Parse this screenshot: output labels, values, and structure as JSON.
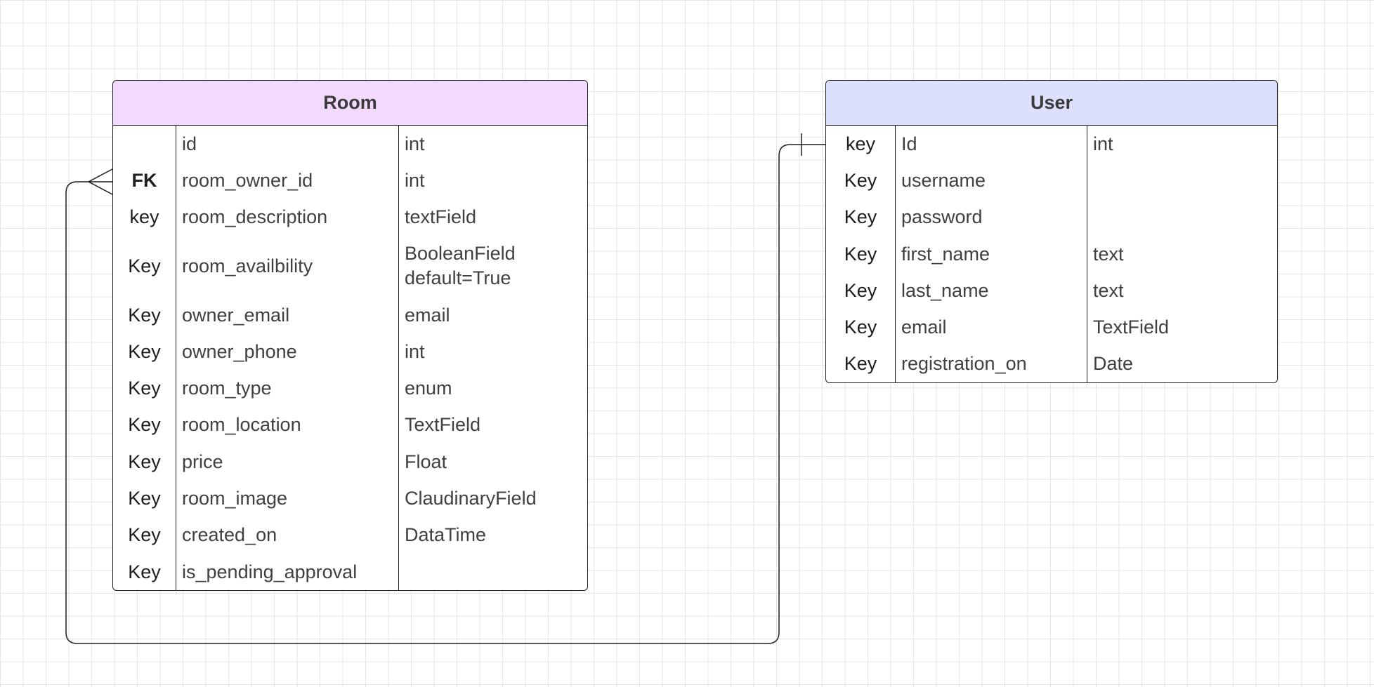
{
  "colors": {
    "room_header": "#f2d9fd",
    "user_header": "#dde0fd",
    "line": "#1e1e1e",
    "grid": "#e6e6e6"
  },
  "room": {
    "title": "Room",
    "rows": [
      {
        "key": "",
        "name": "id",
        "type": "int"
      },
      {
        "key": "FK",
        "name": "room_owner_id",
        "type": "int"
      },
      {
        "key": "key",
        "name": "room_description",
        "type": "textField"
      },
      {
        "key": "Key",
        "name": "room_availbility",
        "type": "BooleanField default=True"
      },
      {
        "key": "Key",
        "name": "owner_email",
        "type": "email"
      },
      {
        "key": "Key",
        "name": "owner_phone",
        "type": "int"
      },
      {
        "key": "Key",
        "name": "room_type",
        "type": "enum"
      },
      {
        "key": "Key",
        "name": "room_location",
        "type": "TextField"
      },
      {
        "key": "Key",
        "name": "price",
        "type": "Float"
      },
      {
        "key": "Key",
        "name": "room_image",
        "type": "ClaudinaryField"
      },
      {
        "key": "Key",
        "name": "created_on",
        "type": "DataTime"
      },
      {
        "key": "Key",
        "name": "is_pending_approval",
        "type": ""
      }
    ]
  },
  "user": {
    "title": "User",
    "rows": [
      {
        "key": "key",
        "name": "Id",
        "type": "int"
      },
      {
        "key": "Key",
        "name": "username",
        "type": ""
      },
      {
        "key": "Key",
        "name": "password",
        "type": ""
      },
      {
        "key": "Key",
        "name": "first_name",
        "type": "text"
      },
      {
        "key": "Key",
        "name": "last_name",
        "type": "text"
      },
      {
        "key": "Key",
        "name": "email",
        "type": "TextField"
      },
      {
        "key": "Key",
        "name": "registration_on",
        "type": "Date"
      }
    ]
  },
  "relationship": {
    "from": "User.Id",
    "to": "Room.room_owner_id",
    "from_cardinality": "one",
    "to_cardinality": "many"
  }
}
